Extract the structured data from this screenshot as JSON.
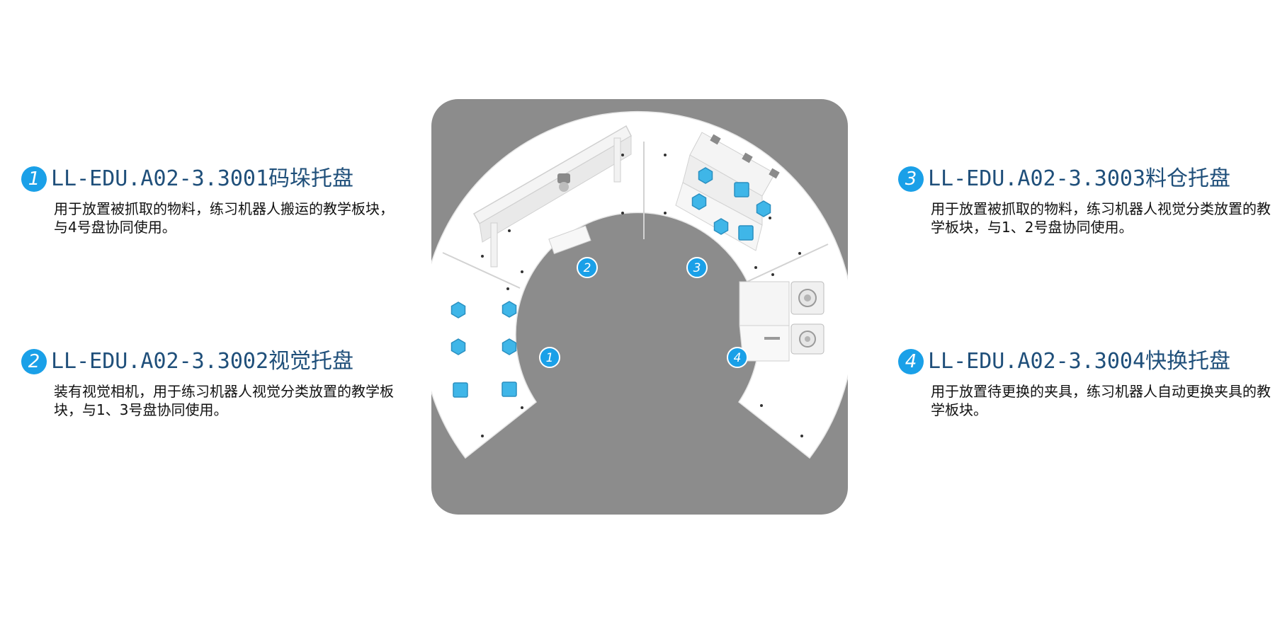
{
  "trays": [
    {
      "number": "1",
      "title": "LL-EDU.A02-3.3001码垛托盘",
      "description": "用于放置被抓取的物料，练习机器人搬运的教学板块，与4号盘协同使用。"
    },
    {
      "number": "2",
      "title": "LL-EDU.A02-3.3002视觉托盘",
      "description": "装有视觉相机，用于练习机器人视觉分类放置的教学板块，与1、3号盘协同使用。"
    },
    {
      "number": "3",
      "title": "LL-EDU.A02-3.3003料仓托盘",
      "description": "用于放置被抓取的物料，练习机器人视觉分类放置的教学板块，与1、2号盘协同使用。"
    },
    {
      "number": "4",
      "title": "LL-EDU.A02-3.3004快换托盘",
      "description": "用于放置待更换的夹具，练习机器人自动更换夹具的教学板块。"
    }
  ],
  "diagram": {
    "markers": [
      "1",
      "2",
      "3",
      "4"
    ]
  },
  "colors": {
    "accent": "#1aa0e8",
    "title_text": "#1f4f7a",
    "base_plate": "#8c8c8c",
    "tray_surface": "#ffffff",
    "cube": "#3fb6e8"
  }
}
